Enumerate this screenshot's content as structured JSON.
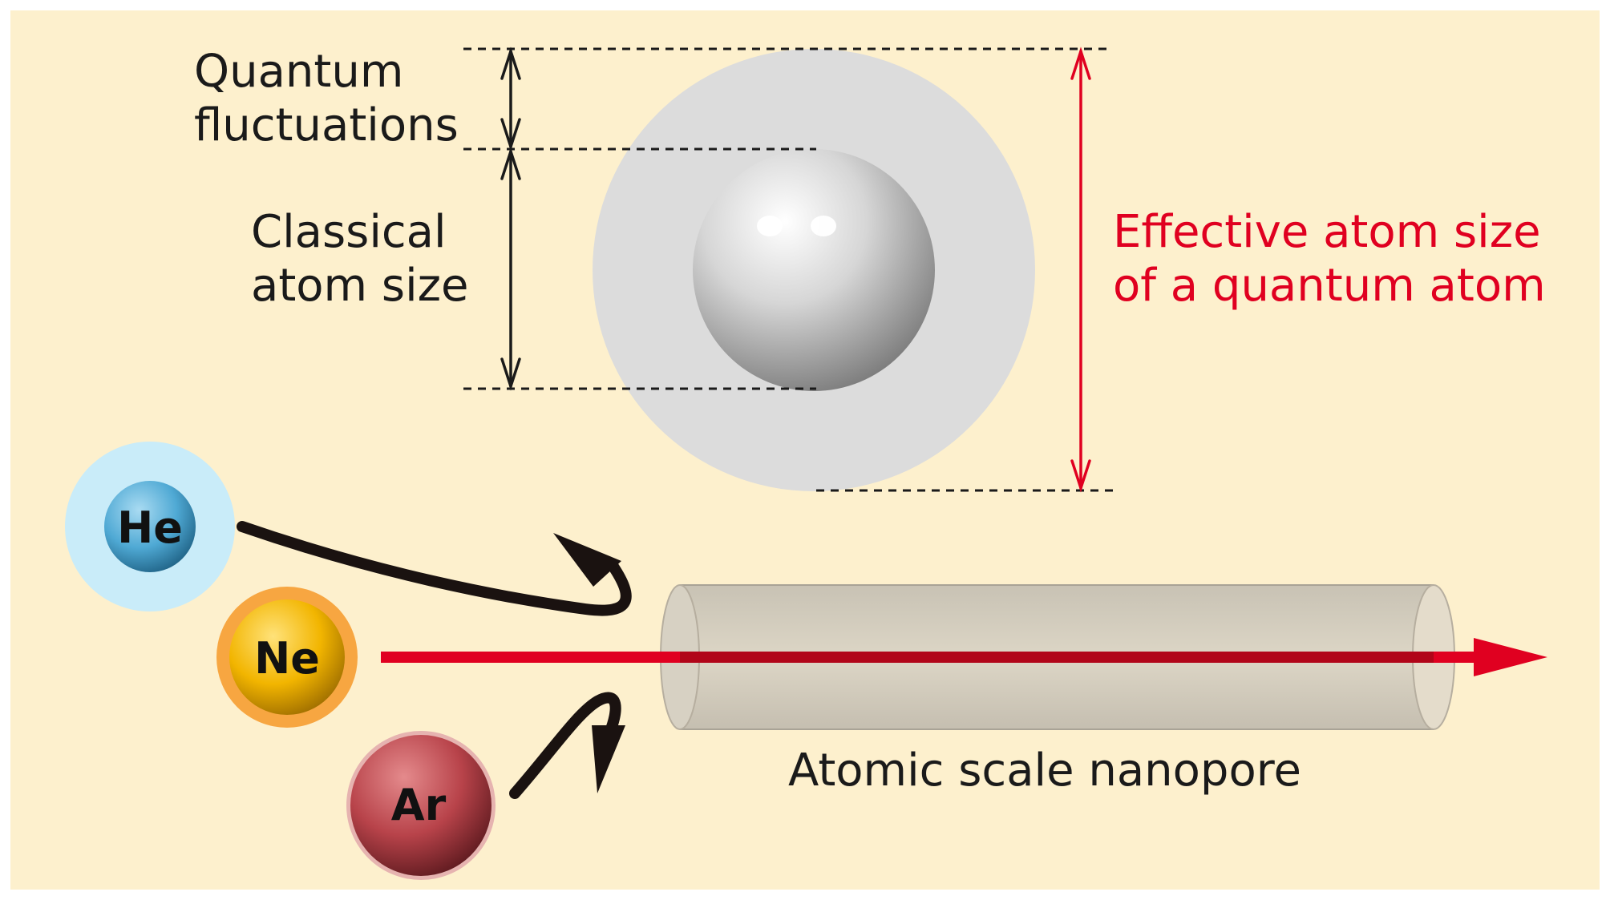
{
  "labels": {
    "quantum_fluctuations_line1": "Quantum",
    "quantum_fluctuations_line2": "fluctuations",
    "classical_line1": "Classical",
    "classical_line2": "atom size",
    "effective_line1": "Effective atom size",
    "effective_line2": "of a quantum atom",
    "nanopore": "Atomic scale nanopore"
  },
  "atoms": [
    {
      "symbol": "He",
      "color": "#4fa9d4",
      "halo": "#c9ecf9"
    },
    {
      "symbol": "Ne",
      "color": "#f2b500",
      "halo": "#f7a641"
    },
    {
      "symbol": "Ar",
      "color": "#b8434a",
      "halo": "#e6b3b0"
    }
  ],
  "colors": {
    "background": "#fdf0cd",
    "accent_red": "#e00020",
    "arrow_dark": "#1a1210",
    "quantum_cloud": "#dcdcdc"
  }
}
